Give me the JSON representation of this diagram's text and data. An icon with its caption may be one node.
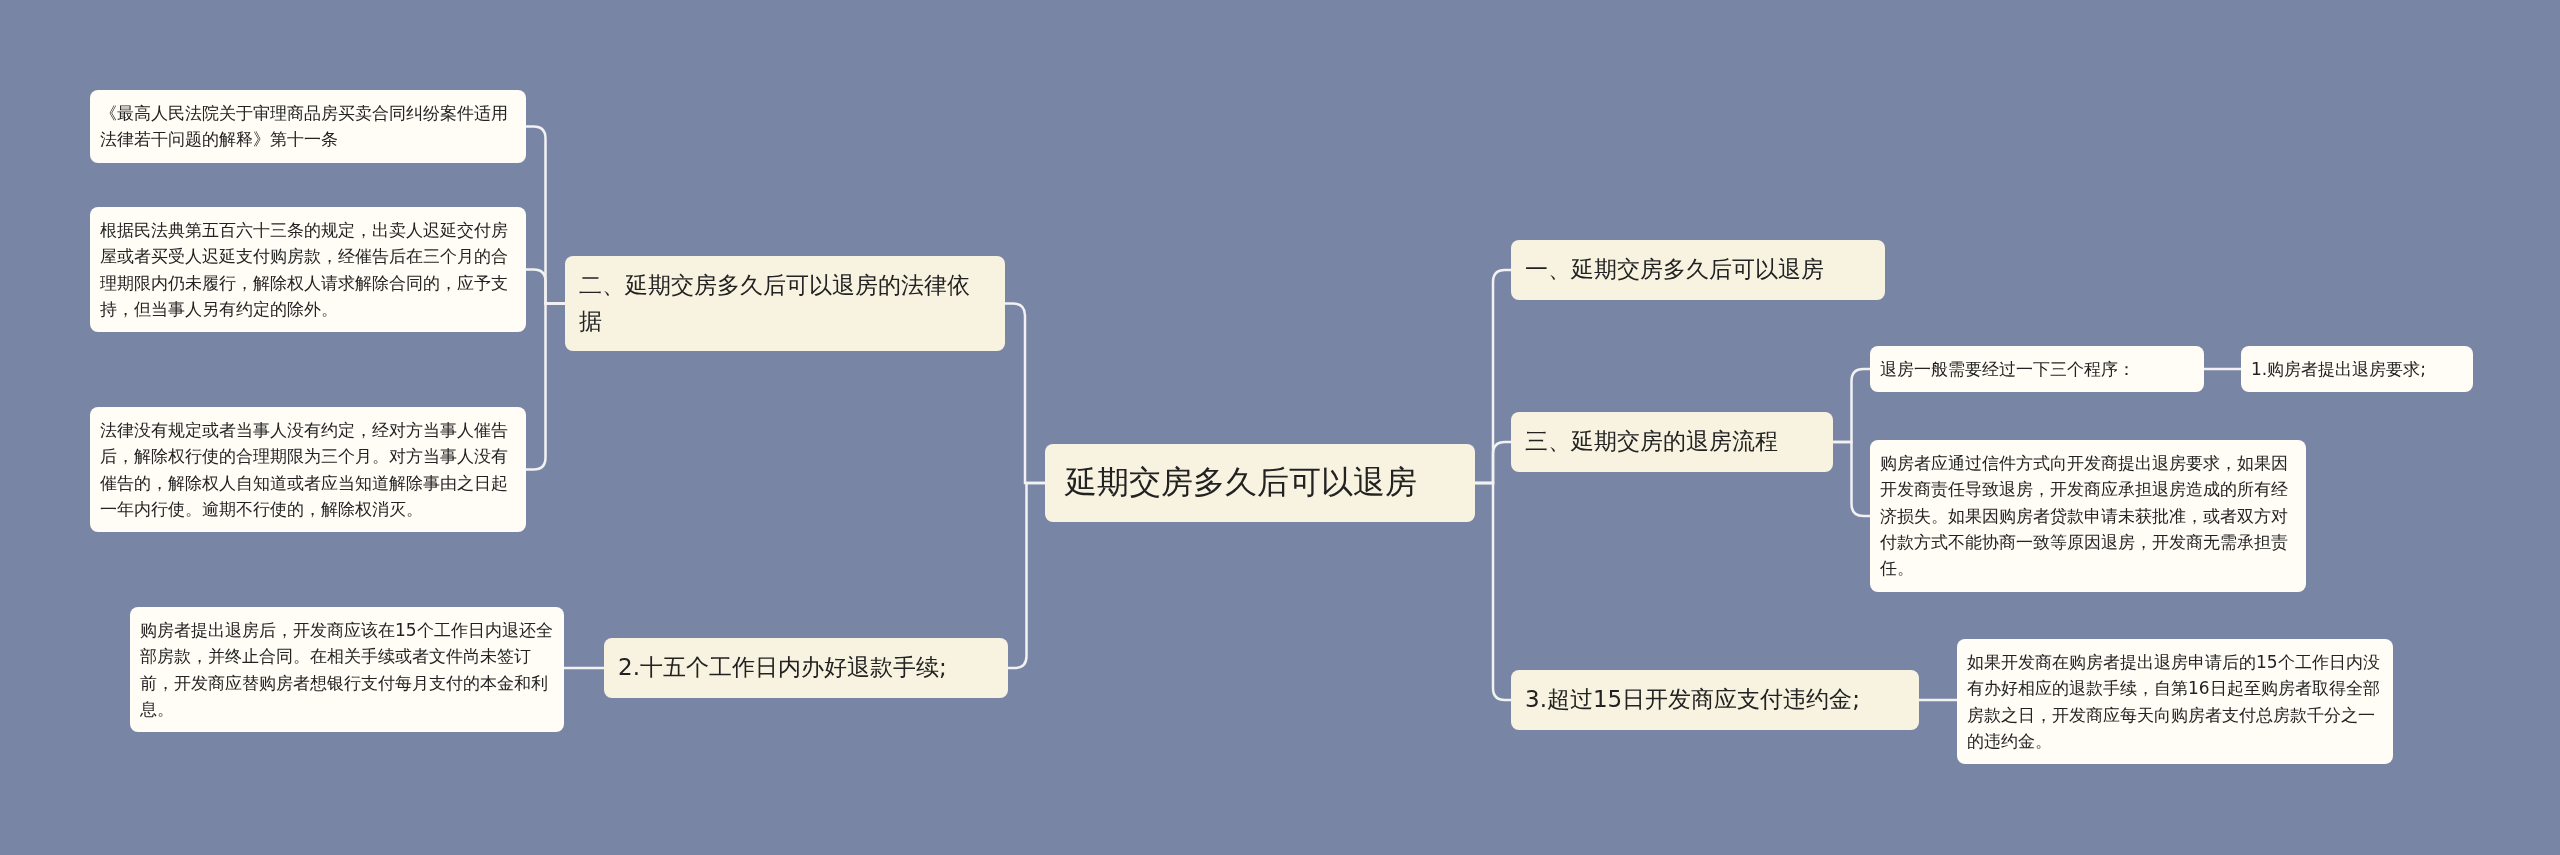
{
  "diagram": {
    "nodes": [
      {
        "text": [
          "延期交房多久后可以退房"
        ]
      },
      {
        "text": [
          "二、延期交房多久后可以退房的法律依据"
        ]
      },
      {
        "text": [
          "《最高人民法院关于审理商品房买卖合同纠纷案件适用法律若干问题的解释》第十一条"
        ]
      },
      {
        "text": [
          "根据民法典第五百六十三条的规定，出卖人迟延交付房屋或者买受人迟延支付购房款，经催告后在三个月的合理期限内仍未履行，解除权人请求解除合同的，应予支持，但当事人另有约定的除外。"
        ]
      },
      {
        "text": [
          "法律没有规定或者当事人没有约定，经对方当事人催告后，解除权行使的合理期限为三个月。对方当事人没有催告的，解除权人自知道或者应当知道解除事由之日起一年内行使。逾期不行使的，解除权消灭。"
        ]
      },
      {
        "text": [
          "2.十五个工作日内办好退款手续;"
        ]
      },
      {
        "text": [
          "购房者提出退房后，开发商应该在15个工作日内退还全部房款，并终止合同。在相关手续或者文件尚未签订前，开发商应替购房者想银行支付每月支付的本金和利息。"
        ]
      },
      {
        "text": [
          "一、延期交房多久后可以退房"
        ]
      },
      {
        "text": [
          "三、延期交房的退房流程"
        ]
      },
      {
        "text": [
          "退房一般需要经过一下三个程序："
        ]
      },
      {
        "text": [
          "1.购房者提出退房要求;"
        ]
      },
      {
        "text": [
          "购房者应通过信件方式向开发商提出退房要求，如果因开发商责任导致退房，开发商应承担退房造成的所有经济损失。如果因购房者贷款申请未获批准，或者双方对付款方式不能协商一致等原因退房，开发商无需承担责任。"
        ]
      },
      {
        "text": [
          "3.超过15日开发商应支付违约金;"
        ]
      },
      {
        "text": [
          "如果开发商在购房者提出退房申请后的15个工作日内没有办好相应的退款手续，自第16日起至购房者取得全部房款之日，开发商应每天向购房者支付总房款千分之一的违约金。"
        ]
      }
    ],
    "edges": [
      {
        "from": 0,
        "to": 1,
        "arrow": "none"
      },
      {
        "from": 1,
        "to": 2,
        "arrow": "none"
      },
      {
        "from": 1,
        "to": 3,
        "arrow": "none"
      },
      {
        "from": 1,
        "to": 4,
        "arrow": "none"
      },
      {
        "from": 0,
        "to": 5,
        "arrow": "none"
      },
      {
        "from": 5,
        "to": 6,
        "arrow": "none"
      },
      {
        "from": 0,
        "to": 7,
        "arrow": "none"
      },
      {
        "from": 0,
        "to": 8,
        "arrow": "none"
      },
      {
        "from": 8,
        "to": 9,
        "arrow": "none"
      },
      {
        "from": 9,
        "to": 10,
        "arrow": "none"
      },
      {
        "from": 8,
        "to": 11,
        "arrow": "none"
      },
      {
        "from": 0,
        "to": 12,
        "arrow": "none"
      },
      {
        "from": 12,
        "to": 13,
        "arrow": "none"
      }
    ]
  }
}
